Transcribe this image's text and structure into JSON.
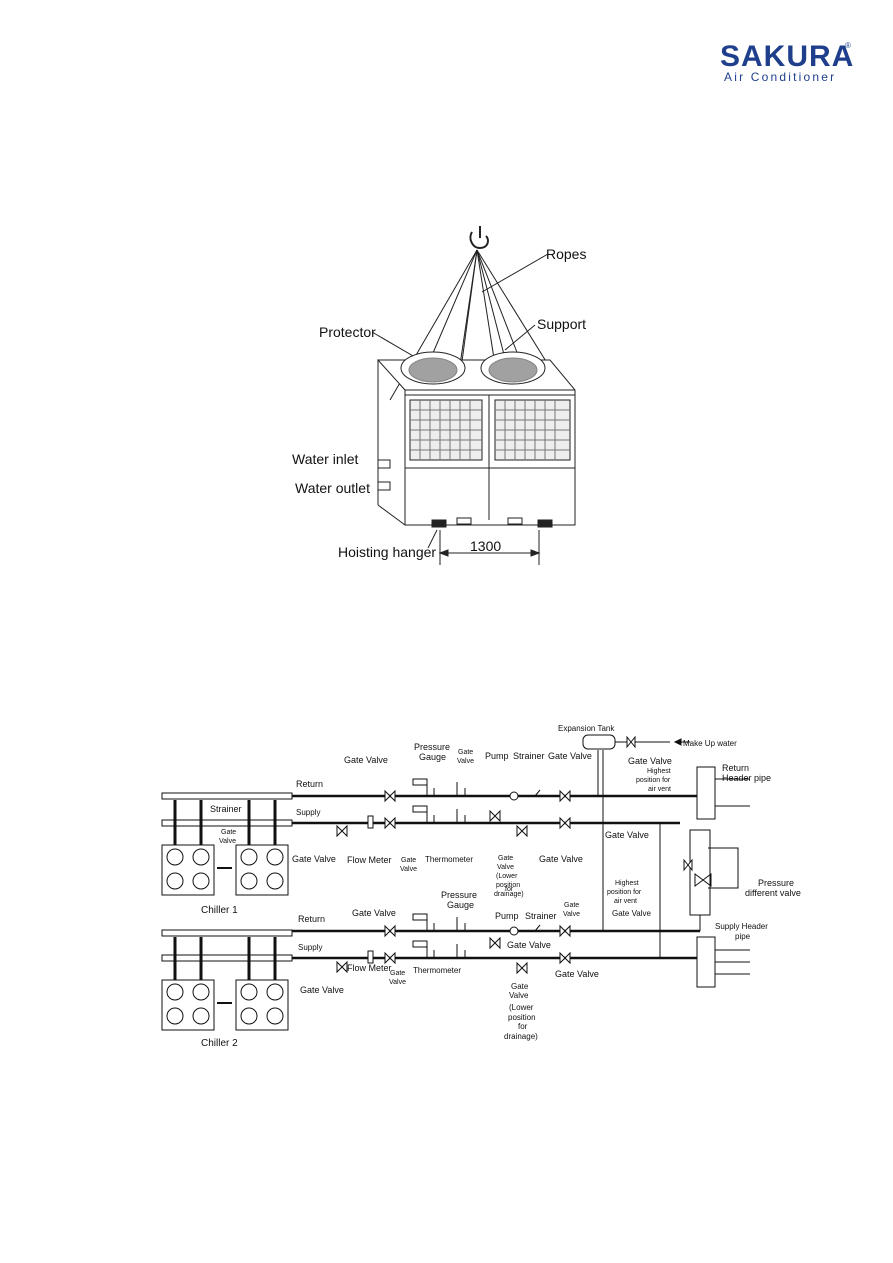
{
  "brand": {
    "name": "SAKURA",
    "registered": "®",
    "tagline": "Air Conditioner",
    "color": "#1f3f8c"
  },
  "hoisting": {
    "ropes": "Ropes",
    "support": "Support",
    "protector": "Protector",
    "water_inlet": "Water inlet",
    "water_outlet": "Water outlet",
    "hoisting_hanger": "Hoisting hanger",
    "dimension": "1300"
  },
  "piping": {
    "expansion_tank": "Expansion Tank",
    "make_up_water": "Make Up water",
    "return_header": [
      "Return",
      "Header pipe"
    ],
    "supply_header": [
      "Supply Header",
      "pipe"
    ],
    "pressure_diff_valve": [
      "Pressure",
      "different valve"
    ],
    "highest_air_vent_1": [
      "Highest",
      "position for",
      "air vent"
    ],
    "highest_air_vent_2": [
      "Highest",
      "position for",
      "air vent"
    ],
    "pipe_labels": {
      "return": "Return",
      "supply": "Supply"
    },
    "gate_valve": "Gate Valve",
    "gate_valve_stacked": [
      "Gate",
      "Valve"
    ],
    "pressure_gauge": [
      "Pressure",
      "Gauge"
    ],
    "pump": "Pump",
    "strainer": "Strainer",
    "flow_meter": "Flow Meter",
    "thermometer": "Thermometer",
    "drain_valve": [
      "Gate",
      "Valve",
      "(Lower",
      "position",
      "for",
      "drainage)"
    ],
    "chillers": [
      "Chiller 1",
      "Chiller 2"
    ]
  }
}
